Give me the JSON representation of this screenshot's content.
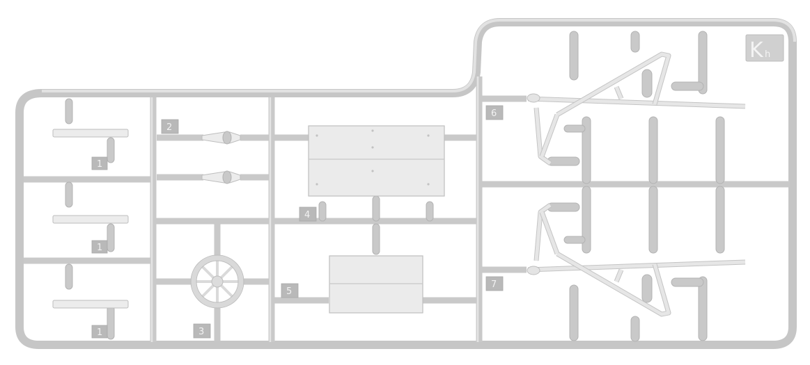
{
  "sprue": {
    "code": "K",
    "code_suffix": "h",
    "part_numbers": [
      "1",
      "1",
      "1",
      "2",
      "3",
      "4",
      "5",
      "6",
      "7"
    ]
  },
  "colors": {
    "plastic": "#c9c9c9",
    "part": "#ececec",
    "background": "#ffffff"
  }
}
